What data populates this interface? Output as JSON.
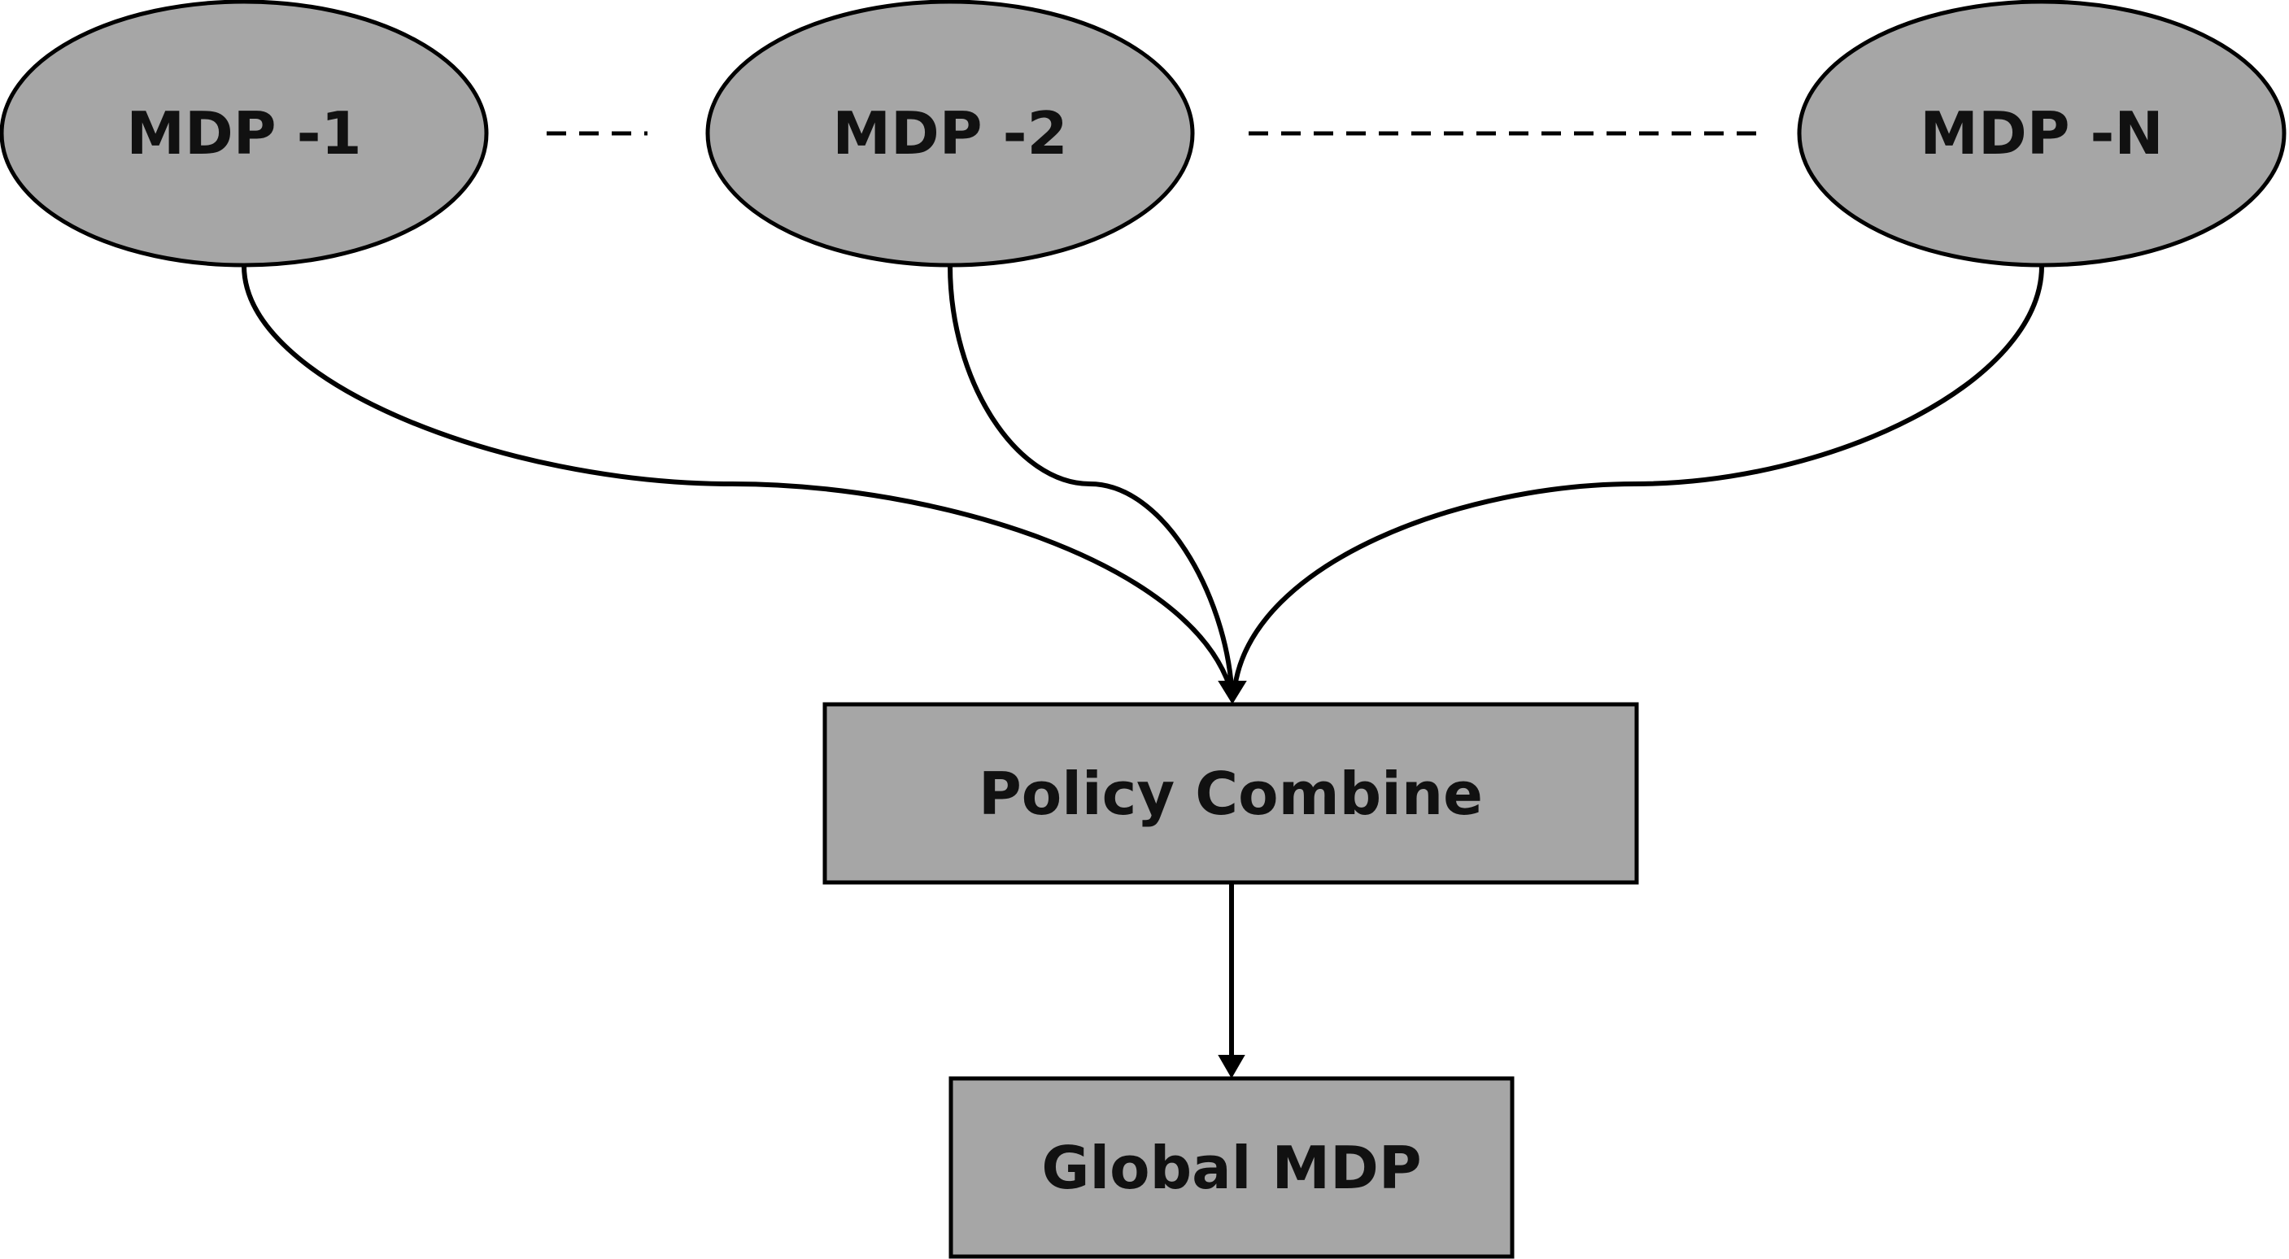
{
  "nodes": {
    "mdp_1": {
      "label": "MDP -1"
    },
    "mdp_2": {
      "label": "MDP -2"
    },
    "mdp_n": {
      "label": "MDP -N"
    },
    "policy_combine": {
      "label": "Policy Combine"
    },
    "global_mdp": {
      "label": "Global MDP"
    }
  },
  "edges": [
    {
      "from": "MDP -1",
      "to": "Policy Combine"
    },
    {
      "from": "MDP -2",
      "to": "Policy Combine"
    },
    {
      "from": "MDP -N",
      "to": "Policy Combine"
    },
    {
      "from": "Policy Combine",
      "to": "Global MDP"
    }
  ],
  "colors": {
    "node_fill": "#a6a6a6",
    "stroke": "#000000",
    "text": "#111111",
    "background": "#ffffff"
  }
}
